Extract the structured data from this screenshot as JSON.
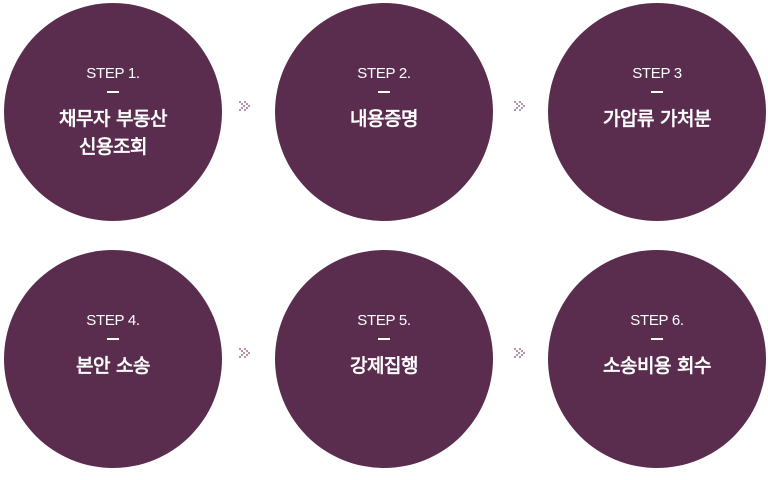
{
  "steps": [
    {
      "label": "STEP 1.",
      "title": "채무자 부동산\n신용조회"
    },
    {
      "label": "STEP 2.",
      "title": "내용증명"
    },
    {
      "label": "STEP 3",
      "title": "가압류 가처분"
    },
    {
      "label": "STEP 4.",
      "title": "본안 소송"
    },
    {
      "label": "STEP 5.",
      "title": "강제집행"
    },
    {
      "label": "STEP 6.",
      "title": "소송비용 회수"
    }
  ],
  "colors": {
    "circle": "#5a2d4f",
    "arrow": "#b493ab",
    "text": "#ffffff"
  },
  "icons": {
    "arrow": "double-chevron-right-icon"
  }
}
